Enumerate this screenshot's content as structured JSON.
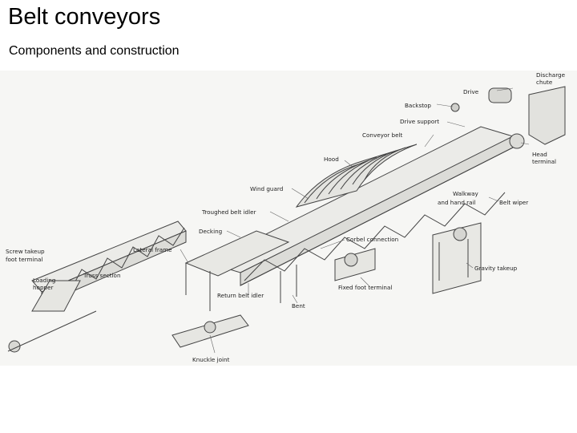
{
  "title": "Belt conveyors",
  "subtitle": "Components and construction",
  "figure_labels": {
    "discharge_chute": [
      "Discharge",
      "chute"
    ],
    "drive": "Drive",
    "backstop": "Backstop",
    "drive_support": "Drive support",
    "conveyor_belt": "Conveyor belt",
    "head_terminal": [
      "Head",
      "terminal"
    ],
    "hood": "Hood",
    "wind_guard": "Wind guard",
    "walkway": [
      "Walkway",
      "and hand rail"
    ],
    "belt_wiper": "Belt wiper",
    "troughed_belt_idler": "Troughed belt idler",
    "decking": "Decking",
    "corbel_connection": "Corbel connection",
    "lateral_frame": "Lateral frame",
    "screw_takeup": [
      "Screw takeup",
      "foot terminal"
    ],
    "loading_hopper": [
      "Loading",
      "hopper"
    ],
    "truss_section": "Truss section",
    "gravity_takeup": "Gravity takeup",
    "fixed_foot_terminal": "Fixed foot terminal",
    "return_belt_idler": "Return belt idler",
    "bent": "Bent",
    "knuckle_joint": "Knuckle joint"
  }
}
